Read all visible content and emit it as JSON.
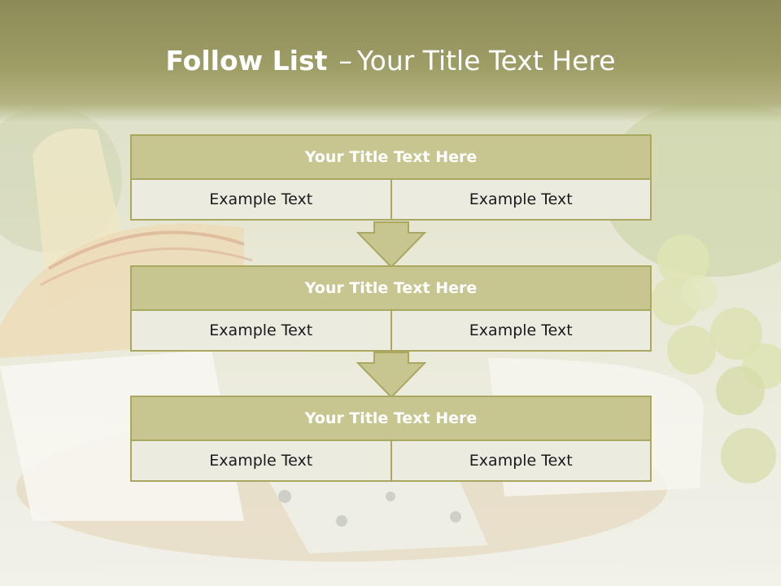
{
  "slide": {
    "title_bold": "Follow List",
    "title_sep": "–",
    "title_rest": "Your Title Text Here"
  },
  "boxes": [
    {
      "title": "Your Title Text Here",
      "left": "Example Text",
      "right": "Example Text"
    },
    {
      "title": "Your Title Text Here",
      "left": "Example Text",
      "right": "Example Text"
    },
    {
      "title": "Your Title Text Here",
      "left": "Example Text",
      "right": "Example Text"
    }
  ],
  "colors": {
    "header_fill": "#c8c690",
    "border": "#a9a760",
    "cell_fill": "#ecebe0",
    "title_band": "#8c8b58"
  }
}
